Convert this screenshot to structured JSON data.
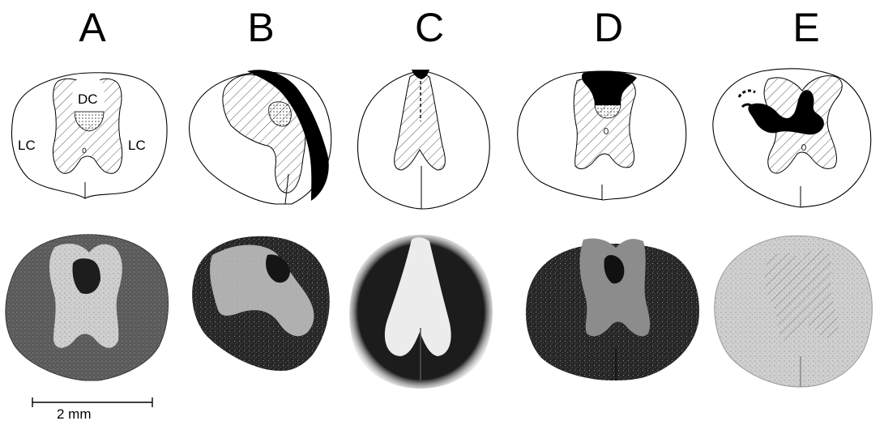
{
  "panels": [
    {
      "letter": "A"
    },
    {
      "letter": "B"
    },
    {
      "letter": "C"
    },
    {
      "letter": "D"
    },
    {
      "letter": "E"
    }
  ],
  "region_labels": {
    "dorsal_column": "DC",
    "lateral_column_left": "LC",
    "lateral_column_right": "LC"
  },
  "scale_bar": {
    "label": "2 mm"
  }
}
